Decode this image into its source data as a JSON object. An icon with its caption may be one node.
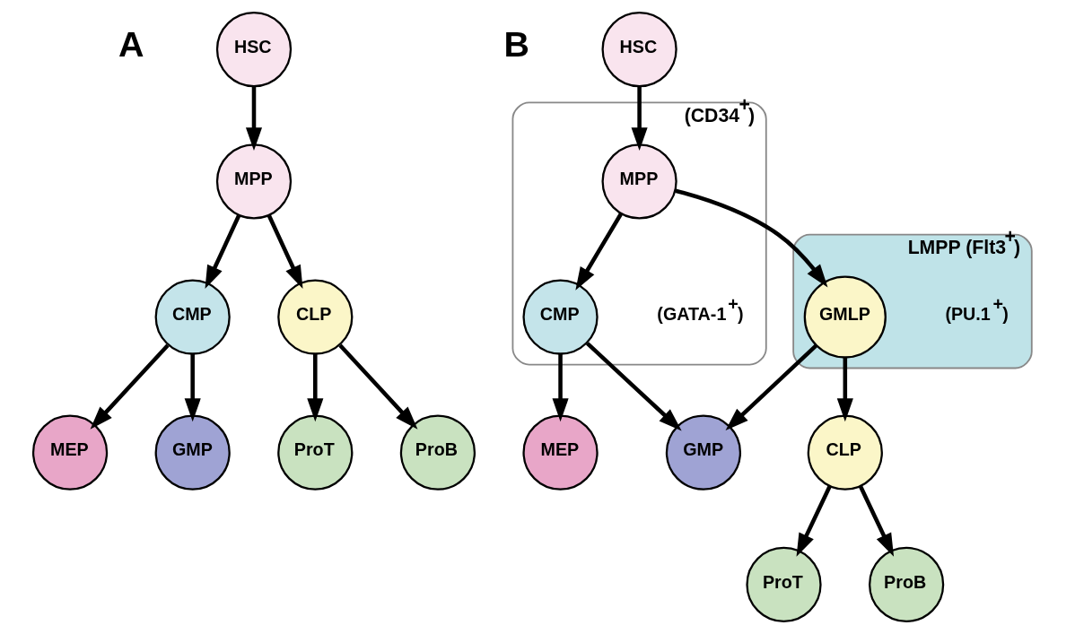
{
  "diagram": {
    "nodes": [
      {
        "text": [
          "HSC"
        ]
      },
      {
        "text": [
          "MPP"
        ]
      },
      {
        "text": [
          "CMP"
        ]
      },
      {
        "text": [
          "CLP"
        ]
      },
      {
        "text": [
          "MEP"
        ]
      },
      {
        "text": [
          "GMP"
        ]
      },
      {
        "text": [
          "ProT"
        ]
      },
      {
        "text": [
          "ProB"
        ]
      },
      {
        "text": [
          "(CD34$^{+}$)"
        ]
      },
      {
        "text": [
          "HSC"
        ]
      },
      {
        "text": [
          "MPP"
        ],
        "in": 8
      },
      {
        "text": [
          "LMPP (Flt3$^{+}$)"
        ]
      },
      {
        "text": [
          "CMP"
        ],
        "in": 8,
        "beside": [
          "(GATA-1$^{+}$)"
        ]
      },
      {
        "text": [
          "GMLP"
        ],
        "in": 11,
        "beside": [
          "(PU.1$^{+}$)"
        ]
      },
      {
        "text": [
          "MEP"
        ]
      },
      {
        "text": [
          "GMP"
        ]
      },
      {
        "text": [
          "CLP"
        ]
      },
      {
        "text": [
          "ProT"
        ]
      },
      {
        "text": [
          "ProB"
        ]
      }
    ],
    "edges": [
      {
        "from": 0,
        "to": 1,
        "arrow": "to"
      },
      {
        "from": 1,
        "to": 2,
        "arrow": "to"
      },
      {
        "from": 1,
        "to": 3,
        "arrow": "to"
      },
      {
        "from": 2,
        "to": 4,
        "arrow": "to"
      },
      {
        "from": 2,
        "to": 5,
        "arrow": "to"
      },
      {
        "from": 3,
        "to": 6,
        "arrow": "to"
      },
      {
        "from": 3,
        "to": 7,
        "arrow": "to"
      },
      {
        "from": 9,
        "to": 10,
        "arrow": "to"
      },
      {
        "from": 10,
        "to": 12,
        "arrow": "to"
      },
      {
        "from": 10,
        "to": 13,
        "arrow": "to"
      },
      {
        "from": 12,
        "to": 14,
        "arrow": "to"
      },
      {
        "from": 12,
        "to": 15,
        "arrow": "to"
      },
      {
        "from": 13,
        "to": 15,
        "arrow": "to"
      },
      {
        "from": 13,
        "to": 16,
        "arrow": "to"
      },
      {
        "from": 16,
        "to": 17,
        "arrow": "to"
      },
      {
        "from": 16,
        "to": 18,
        "arrow": "to"
      }
    ],
    "labels": [
      "A",
      "B"
    ]
  }
}
